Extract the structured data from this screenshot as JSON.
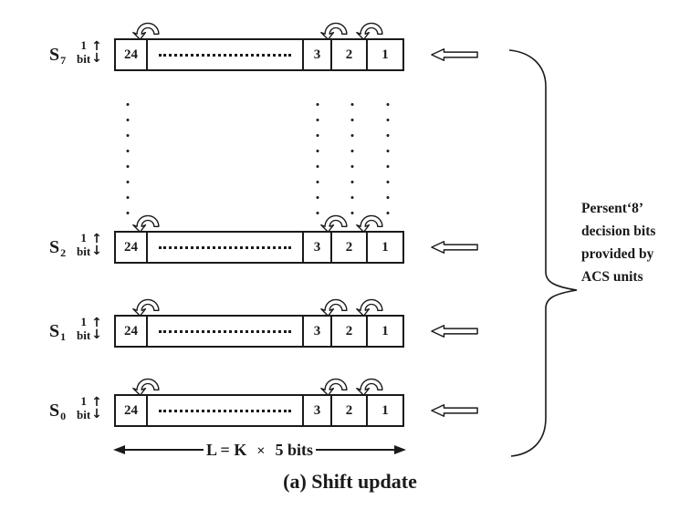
{
  "rows": [
    {
      "label": "S",
      "sub": "7",
      "bit_top": "1",
      "bit_bottom": "bit",
      "cells": [
        "24",
        "3",
        "2",
        "1"
      ]
    },
    {
      "label": "S",
      "sub": "2",
      "bit_top": "1",
      "bit_bottom": "bit",
      "cells": [
        "24",
        "3",
        "2",
        "1"
      ]
    },
    {
      "label": "S",
      "sub": "1",
      "bit_top": "1",
      "bit_bottom": "bit",
      "cells": [
        "24",
        "3",
        "2",
        "1"
      ]
    },
    {
      "label": "S",
      "sub": "0",
      "bit_top": "1",
      "bit_bottom": "bit",
      "cells": [
        "24",
        "3",
        "2",
        "1"
      ]
    }
  ],
  "arrows": {
    "bit_up": "↑",
    "bit_down": "↓"
  },
  "annotation": {
    "lines": [
      "Persent‘8’",
      "decision bits",
      "provided by",
      "ACS units"
    ]
  },
  "dimension": {
    "prefix": "L = K",
    "operator": "×",
    "suffix": "5 bits"
  },
  "caption": "(a) Shift update",
  "colors": {
    "ink": "#1a1a1a",
    "background": "#ffffff"
  }
}
